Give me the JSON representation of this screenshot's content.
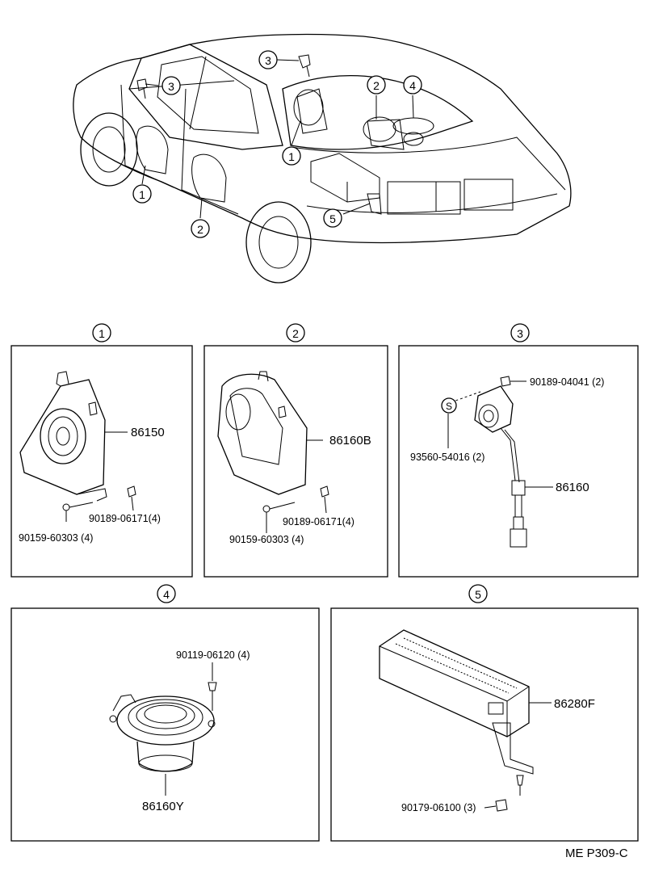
{
  "overview": {
    "callouts": [
      "3",
      "3",
      "2",
      "4",
      "1",
      "1",
      "2",
      "5"
    ]
  },
  "panels": [
    {
      "number": "1",
      "parts": [
        "86150",
        "90189-06171(4)",
        "90159-60303 (4)"
      ]
    },
    {
      "number": "2",
      "parts": [
        "86160B",
        "90189-06171(4)",
        "90159-60303 (4)"
      ]
    },
    {
      "number": "3",
      "parts": [
        "90189-04041 (2)",
        "93560-54016 (2)",
        "86160"
      ],
      "symbol": "S"
    },
    {
      "number": "4",
      "parts": [
        "90119-06120 (4)",
        "86160Y"
      ]
    },
    {
      "number": "5",
      "parts": [
        "86280F",
        "90179-06100 (3)"
      ]
    }
  ],
  "footer": {
    "code": "ME P309-C"
  }
}
